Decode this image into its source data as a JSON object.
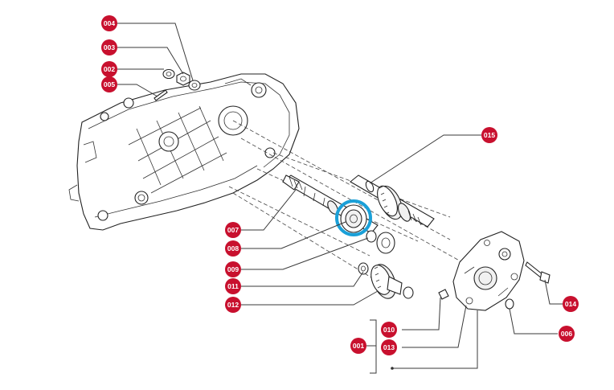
{
  "diagram": {
    "highlight_color": "#1aa0d8",
    "callout_color": "#c8102e",
    "callouts": [
      {
        "id": "c004",
        "label": "004"
      },
      {
        "id": "c003",
        "label": "003"
      },
      {
        "id": "c002",
        "label": "002"
      },
      {
        "id": "c005",
        "label": "005"
      },
      {
        "id": "c015",
        "label": "015"
      },
      {
        "id": "c007",
        "label": "007"
      },
      {
        "id": "c008",
        "label": "008"
      },
      {
        "id": "c009",
        "label": "009"
      },
      {
        "id": "c011",
        "label": "011"
      },
      {
        "id": "c012",
        "label": "012"
      },
      {
        "id": "c014",
        "label": "014"
      },
      {
        "id": "c006",
        "label": "006"
      },
      {
        "id": "c010",
        "label": "010"
      },
      {
        "id": "c013",
        "label": "013"
      },
      {
        "id": "c001",
        "label": "001"
      }
    ]
  }
}
